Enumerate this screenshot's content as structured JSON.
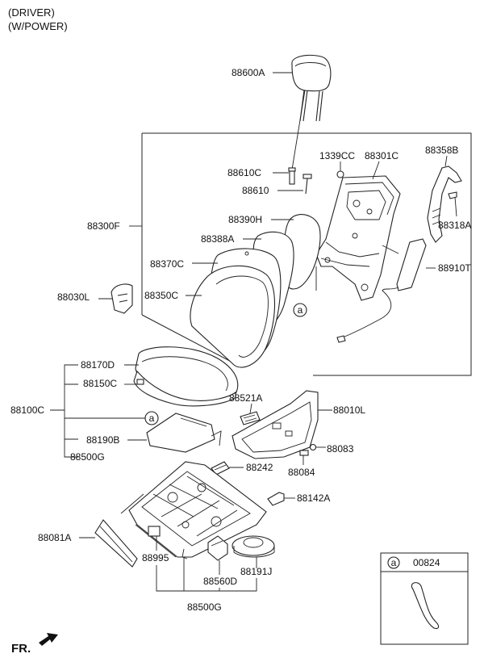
{
  "header": {
    "line1": "(DRIVER)",
    "line2": "(W/POWER)"
  },
  "parts": {
    "p88600A": "88600A",
    "p88610C": "88610C",
    "p88610": "88610",
    "p1339CC": "1339CC",
    "p88301C": "88301C",
    "p88358B": "88358B",
    "p88318A": "88318A",
    "p88910T": "88910T",
    "p88300F": "88300F",
    "p88390H": "88390H",
    "p88388A": "88388A",
    "p88370C": "88370C",
    "p88350C": "88350C",
    "p88030L": "88030L",
    "p88170D": "88170D",
    "p88150C": "88150C",
    "p88100C": "88100C",
    "p88190B": "88190B",
    "p88500G_left": "88500G",
    "p88521A": "88521A",
    "p88010L": "88010L",
    "p88083": "88083",
    "p88084": "88084",
    "p88242": "88242",
    "p88142A": "88142A",
    "p88081A": "88081A",
    "p88995": "88995",
    "p88560D": "88560D",
    "p88191J": "88191J",
    "p88500G_bottom": "88500G"
  },
  "callout_marker": "a",
  "legend": {
    "marker": "a",
    "part": "00824"
  },
  "front_label": "FR."
}
